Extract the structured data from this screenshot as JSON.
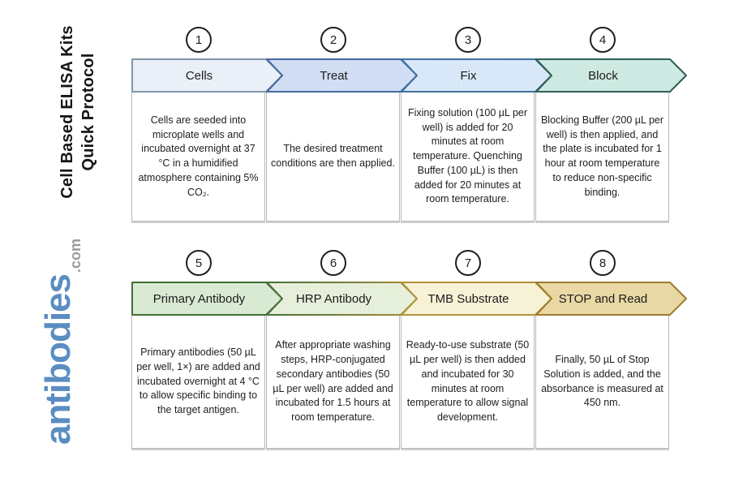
{
  "page": {
    "background": "#ffffff"
  },
  "sidebar": {
    "title_line1": "Cell Based ELISA Kits",
    "title_line2": "Quick Protocol",
    "logo_text": "antibodies",
    "logo_suffix": ".com",
    "logo_color": "#5a8dc2",
    "logo_suffix_color": "#9a9a9a"
  },
  "steps": [
    {
      "number": "1",
      "label": "Cells",
      "description": "Cells are seeded into microplate wells and incubated overnight at 37 °C in a humidified atmosphere containing 5% CO₂.",
      "arrow_fill": "#ebf1f8",
      "arrow_stroke": "#8296ae"
    },
    {
      "number": "2",
      "label": "Treat",
      "description": "The desired treatment conditions are then applied.",
      "arrow_fill": "#d2def4",
      "arrow_stroke": "#47699e"
    },
    {
      "number": "3",
      "label": "Fix",
      "description": "Fixing solution (100 µL per well) is added for 20 minutes at room temperature. Quenching Buffer (100 µL) is then added for 20 minutes at room temperature.",
      "arrow_fill": "#d9e9f9",
      "arrow_stroke": "#3f6f9f"
    },
    {
      "number": "4",
      "label": "Block",
      "description": "Blocking Buffer (200 µL per well) is then applied, and the plate is incubated for 1 hour at room temperature to reduce non-specific binding.",
      "arrow_fill": "#cfeae2",
      "arrow_stroke": "#2f5f55"
    },
    {
      "number": "5",
      "label": "Primary Antibody",
      "description": "Primary antibodies (50 µL per well, 1×) are added and incubated overnight at 4 °C to allow specific binding to the target antigen.",
      "arrow_fill": "#daebd3",
      "arrow_stroke": "#416e35"
    },
    {
      "number": "6",
      "label": "HRP Antibody",
      "description": "After appropriate washing steps, HRP-conjugated secondary antibodies (50 µL per well) are added and incubated for 1.5 hours at room temperature.",
      "arrow_fill": "#e7f0da",
      "arrow_stroke": "url(#grad-greengold)"
    },
    {
      "number": "7",
      "label": "TMB Substrate",
      "description": "Ready-to-use substrate (50 µL per well) is then added and incubated for 30 minutes at room temperature to allow signal development.",
      "arrow_fill": "#f8f3d6",
      "arrow_stroke": "#b2923e"
    },
    {
      "number": "8",
      "label": "STOP and Read",
      "description": "Finally, 50 µL of Stop Solution is added, and the absorbance is measured at 450 nm.",
      "arrow_fill": "#ead9a4",
      "arrow_stroke": "#9d7d2e"
    }
  ]
}
